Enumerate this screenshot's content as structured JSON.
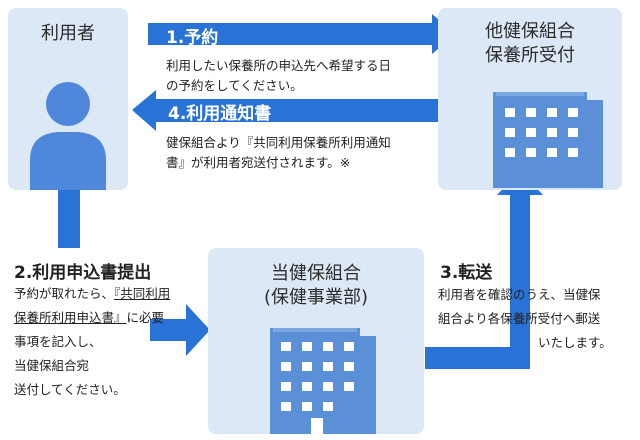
{
  "nodes": {
    "user": {
      "title": "利用者"
    },
    "other_union": {
      "title_line1": "他健保組合",
      "title_line2": "保養所受付"
    },
    "this_union": {
      "title_line1": "当健保組合",
      "title_line2": "(保健事業部)"
    }
  },
  "steps": {
    "reserve": {
      "label": "1.予約",
      "desc_line1": "利用したい保養所の申込先へ希望する日",
      "desc_line2": "の予約をしてください。"
    },
    "notice": {
      "label": "4.利用通知書",
      "desc_line1": "健保組合より『共同利用保養所利用通知",
      "desc_line2": "書』が利用者宛送付されます。※"
    },
    "apply": {
      "label": "2.利用申込書提出",
      "desc_line1_pre": "予約が取れたら、",
      "desc_line1_link": "『共同利用",
      "desc_line2_link": "保養所利用申込書』",
      "desc_line2_post": "に必要",
      "desc_line3": "事項を記入し、",
      "desc_line4": "当健保組合宛",
      "desc_line5": "送付してください。"
    },
    "transfer": {
      "label": "3.転送",
      "desc_line1": "利用者を確認のうえ、当健保",
      "desc_line2": "組合より各保養所受付へ郵送",
      "desc_line3": "いたします。"
    }
  },
  "colors": {
    "arrow": "#2a73d6",
    "box": "#dce8f6",
    "building": "#5b8fd8",
    "person": "#4f88db"
  }
}
